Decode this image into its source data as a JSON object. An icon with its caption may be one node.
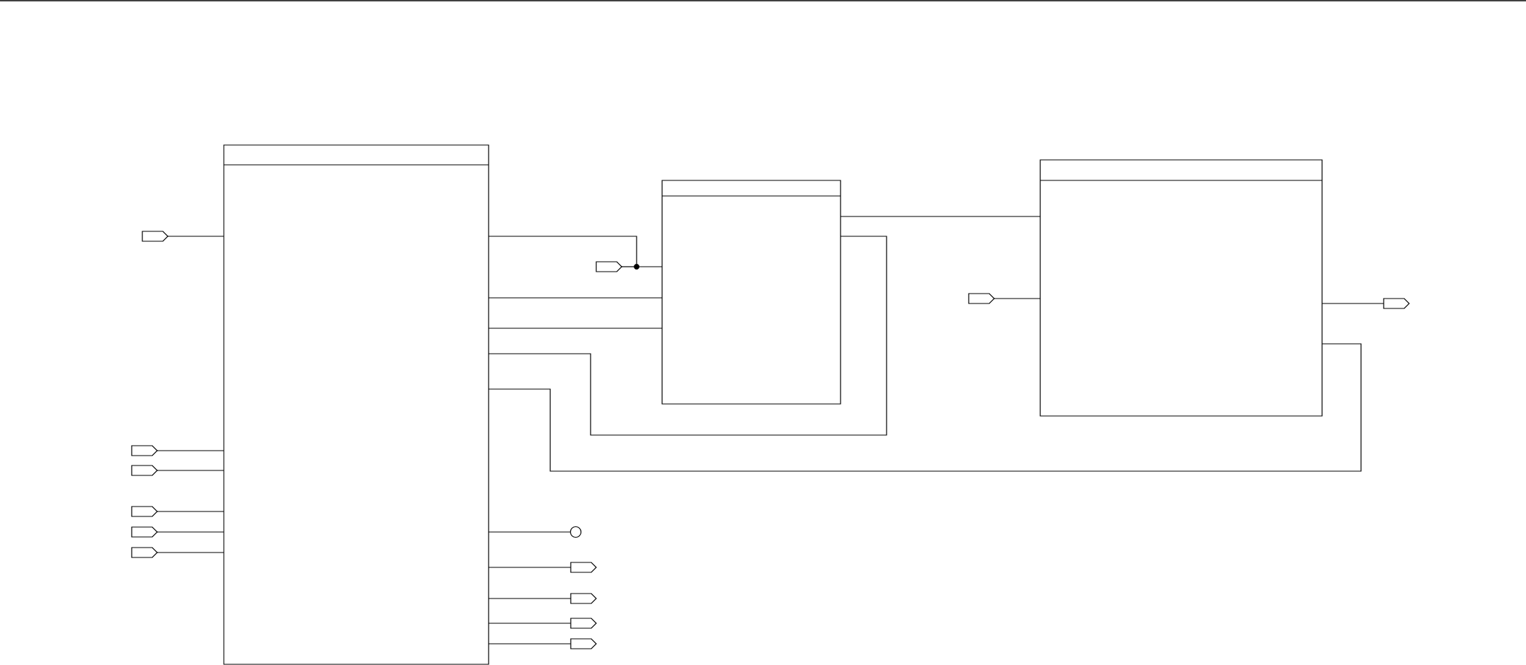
{
  "diagram": {
    "nodes": [
      {
        "text": [],
        "shape": "box"
      },
      {
        "text": [],
        "shape": "box"
      },
      {
        "text": [],
        "shape": "box"
      },
      {
        "text": [],
        "shape": "pentagon"
      },
      {
        "text": [],
        "shape": "pentagon"
      },
      {
        "text": [],
        "shape": "dot"
      },
      {
        "text": [],
        "shape": "pentagon"
      },
      {
        "text": [],
        "shape": "pentagon"
      },
      {
        "text": [],
        "shape": "pentagon"
      },
      {
        "text": [],
        "shape": "pentagon"
      },
      {
        "text": [],
        "shape": "pentagon"
      },
      {
        "text": [],
        "shape": "pentagon"
      },
      {
        "text": [],
        "shape": "pentagon"
      },
      {
        "text": [],
        "shape": "circle"
      },
      {
        "text": [],
        "shape": "pentagon"
      },
      {
        "text": [],
        "shape": "pentagon"
      },
      {
        "text": [],
        "shape": "pentagon"
      },
      {
        "text": [],
        "shape": "pentagon"
      }
    ],
    "edges": [
      {
        "from": 3,
        "to": 0,
        "arrow": "none"
      },
      {
        "from": 0,
        "to": 5,
        "arrow": "none"
      },
      {
        "from": 4,
        "to": 5,
        "arrow": "none"
      },
      {
        "from": 5,
        "to": 1,
        "arrow": "none"
      },
      {
        "from": 0,
        "to": 1,
        "arrow": "none"
      },
      {
        "from": 0,
        "to": 1,
        "arrow": "none"
      },
      {
        "from": 0,
        "to": 1,
        "arrow": "none"
      },
      {
        "from": 0,
        "to": 2,
        "arrow": "none"
      },
      {
        "from": 1,
        "to": 2,
        "arrow": "none"
      },
      {
        "from": 6,
        "to": 2,
        "arrow": "none"
      },
      {
        "from": 2,
        "to": 7,
        "arrow": "none"
      },
      {
        "from": 8,
        "to": 0,
        "arrow": "none"
      },
      {
        "from": 9,
        "to": 0,
        "arrow": "none"
      },
      {
        "from": 10,
        "to": 0,
        "arrow": "none"
      },
      {
        "from": 11,
        "to": 0,
        "arrow": "none"
      },
      {
        "from": 12,
        "to": 0,
        "arrow": "none"
      },
      {
        "from": 0,
        "to": 13,
        "arrow": "none"
      },
      {
        "from": 0,
        "to": 14,
        "arrow": "none"
      },
      {
        "from": 0,
        "to": 15,
        "arrow": "none"
      },
      {
        "from": 0,
        "to": 16,
        "arrow": "none"
      },
      {
        "from": 0,
        "to": 17,
        "arrow": "none"
      }
    ]
  }
}
